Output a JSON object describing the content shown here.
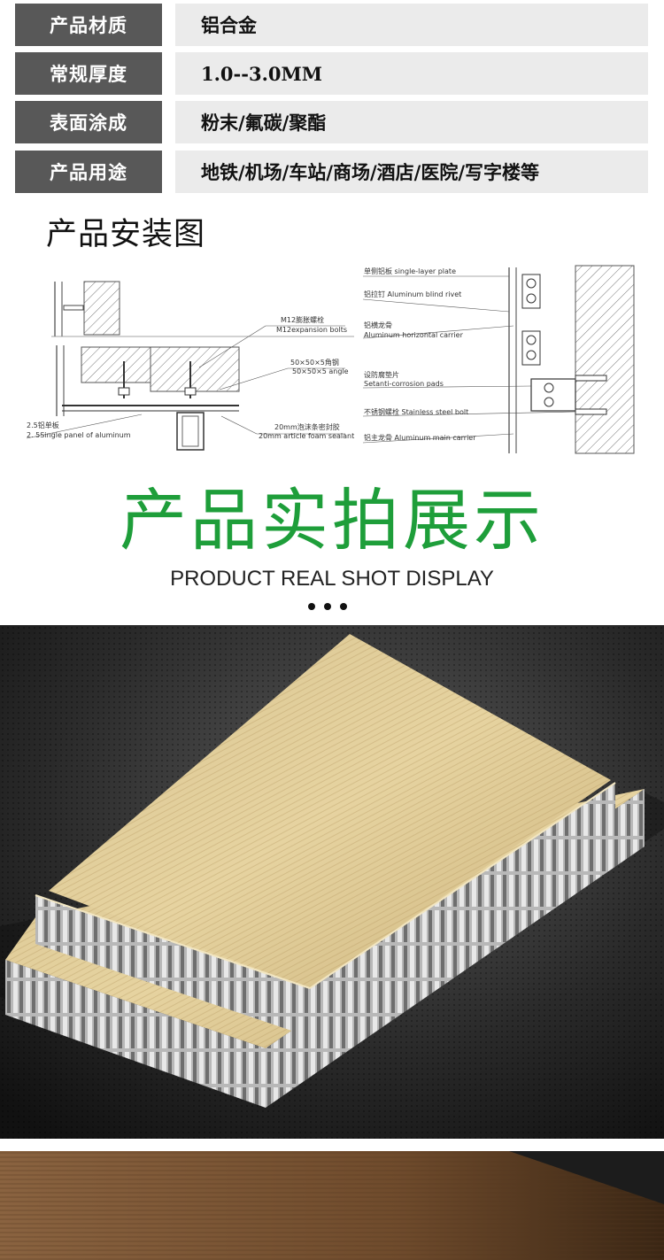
{
  "specs": [
    {
      "label": "产品材质",
      "value": "铝合金"
    },
    {
      "label": "常规厚度",
      "value": "1.0--3.0MM"
    },
    {
      "label": "表面涂成",
      "value": "粉末/氟碳/聚酯"
    },
    {
      "label": "产品用途",
      "value": "地铁/机场/车站/商场/酒店/医院/写字楼等"
    }
  ],
  "install": {
    "title": "产品安装图",
    "left_labels": {
      "bolt_cn": "M12膨胀螺栓",
      "bolt_en": "M12expansion bolts",
      "angle_cn": "50×50×5角钢",
      "angle_en": "50×50×5 angle",
      "panel_cn": "2.5铝单板",
      "panel_en": "2. 5Single panel of aluminum",
      "foam_cn": "20mm泡沫条密封胶",
      "foam_en": "20mm article foam sealant"
    },
    "right_labels": [
      "单侧铝板 single-layer plate",
      "铝拉钉 Aluminum blind rivet",
      "铝横龙骨",
      "Aluminum horizontal carrier",
      "设防腐垫片",
      "Setanti-corrosion pads",
      "不锈钢螺栓 Stainless steel bolt",
      "铝主龙骨 Aluminum main carrier"
    ]
  },
  "showcase": {
    "title": "产品实拍展示",
    "subtitle": "PRODUCT REAL SHOT DISPLAY"
  },
  "colors": {
    "label_bg": "#585858",
    "value_bg": "#ebebeb",
    "title_green": "#1e9e3a"
  }
}
